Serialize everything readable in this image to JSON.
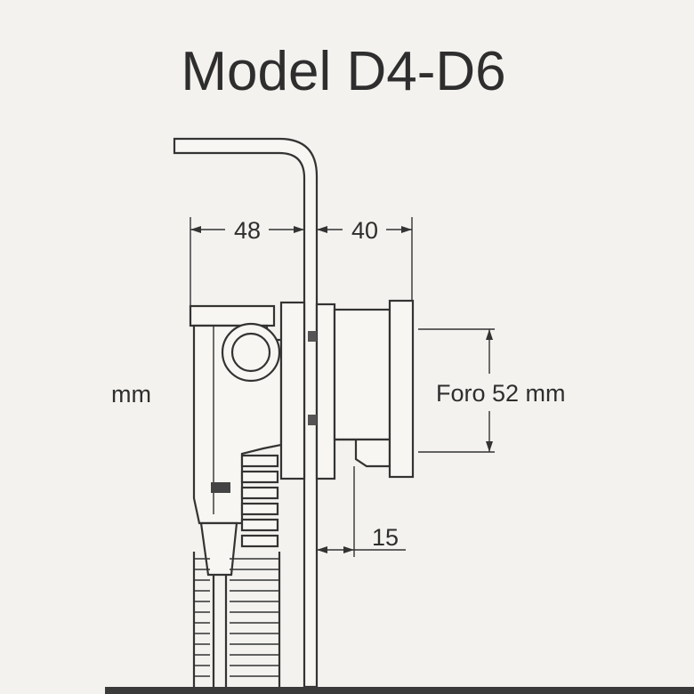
{
  "title": "Model D4-D6",
  "dimensions": {
    "left_width": "48",
    "right_width": "40",
    "left_unit": "mm",
    "hole_label": "Foro 52 mm",
    "offset": "15"
  }
}
